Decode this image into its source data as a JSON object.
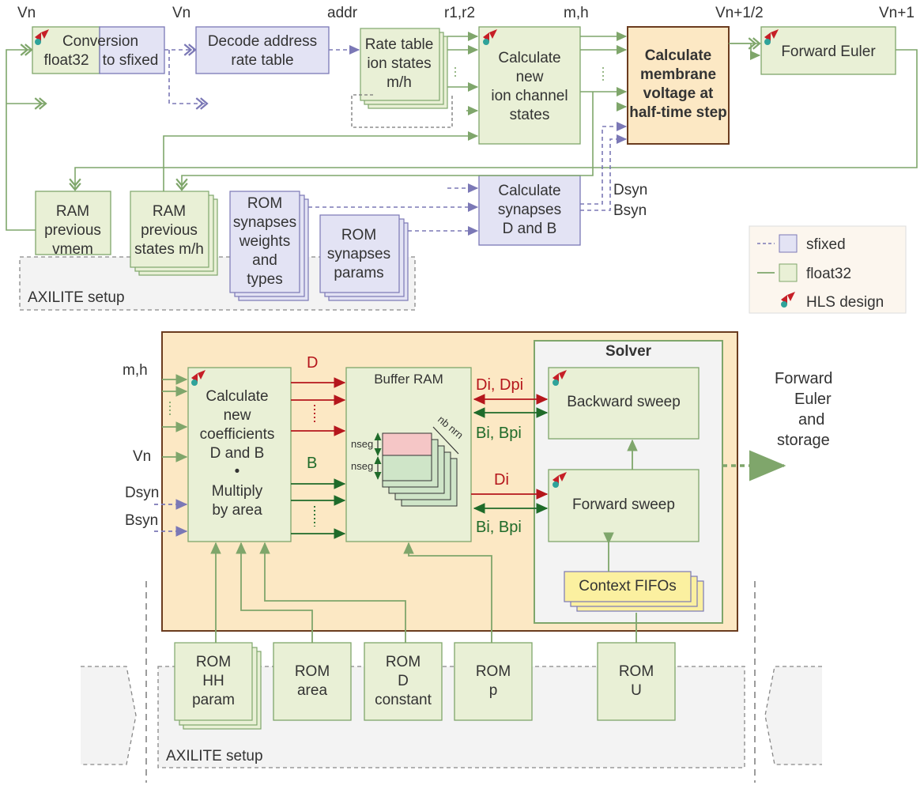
{
  "top": {
    "signals": {
      "vn1": "Vn",
      "vn2": "Vn",
      "addr": "addr",
      "r1r2": "r1,r2",
      "mh": "m,h",
      "vhalf": "Vn+1/2",
      "vnext": "Vn+1",
      "dsyn": "Dsyn",
      "bsyn": "Bsyn"
    },
    "blocks": {
      "conversion_l1": "Conversion",
      "conversion_l2": "float32",
      "conversion_l3": "to sfixed",
      "decode_l1": "Decode address",
      "decode_l2": "rate table",
      "rate_l1": "Rate table",
      "rate_l2": "ion states",
      "rate_l3": "m/h",
      "calc_ion_l1": "Calculate",
      "calc_ion_l2": "new",
      "calc_ion_l3": "ion channel",
      "calc_ion_l4": "states",
      "membrane_l1": "Calculate",
      "membrane_l2": "membrane",
      "membrane_l3": "voltage at",
      "membrane_l4": "half-time step",
      "euler": "Forward Euler",
      "ram_vmem_l1": "RAM",
      "ram_vmem_l2": "previous",
      "ram_vmem_l3": "vmem",
      "ram_states_l1": "RAM",
      "ram_states_l2": "previous",
      "ram_states_l3": "states m/h",
      "rom_syn_l1": "ROM",
      "rom_syn_l2": "synapses",
      "rom_syn_l3": "weights",
      "rom_syn_l4": "and",
      "rom_syn_l5": "types",
      "rom_synp_l1": "ROM",
      "rom_synp_l2": "synapses",
      "rom_synp_l3": "params",
      "calc_syn_l1": "Calculate",
      "calc_syn_l2": "synapses",
      "calc_syn_l3": "D and B",
      "axilite": "AXILITE setup"
    },
    "legend": {
      "sfixed": "sfixed",
      "float32": "float32",
      "hls": "HLS design"
    }
  },
  "bottom": {
    "inputs": {
      "mh": "m,h",
      "vn": "Vn",
      "dsyn": "Dsyn",
      "bsyn": "Bsyn"
    },
    "coeff_l1": "Calculate",
    "coeff_l2": "new",
    "coeff_l3": "coefficients",
    "coeff_l4": "D and B",
    "coeff_l5": "•",
    "coeff_l6": "Multiply",
    "coeff_l7": "by area",
    "d_label": "D",
    "b_label": "B",
    "buffer": "Buffer RAM",
    "nseg1": "nseg",
    "nseg2": "nseg",
    "nbnrn": "nb nrn",
    "di_dpi": "Di, Dpi",
    "bi_bpi1": "Bi, Bpi",
    "di": "Di",
    "bi_bpi2": "Bi, Bpi",
    "solver": "Solver",
    "backward": "Backward sweep",
    "forward": "Forward sweep",
    "fifo": "Context FIFOs",
    "out_l1": "Forward",
    "out_l2": "Euler",
    "out_l3": "and",
    "out_l4": "storage",
    "rom_hh_l1": "ROM",
    "rom_hh_l2": "HH",
    "rom_hh_l3": "param",
    "rom_area_l1": "ROM",
    "rom_area_l2": "area",
    "rom_d_l1": "ROM",
    "rom_d_l2": "D",
    "rom_d_l3": "constant",
    "rom_p_l1": "ROM",
    "rom_p_l2": "p",
    "rom_u_l1": "ROM",
    "rom_u_l2": "U",
    "axilite": "AXILITE setup"
  },
  "colors": {
    "float_fill": "#e9f0d6",
    "float_stroke": "#7fa66b",
    "sfixed_fill": "#e3e3f4",
    "sfixed_stroke": "#7b78b6",
    "highlight_fill": "#fce8c4",
    "highlight_stroke": "#6b3c1f",
    "red": "#b5161c",
    "dark_green": "#1f6b2a",
    "fifo_fill": "#fbf0a0"
  }
}
